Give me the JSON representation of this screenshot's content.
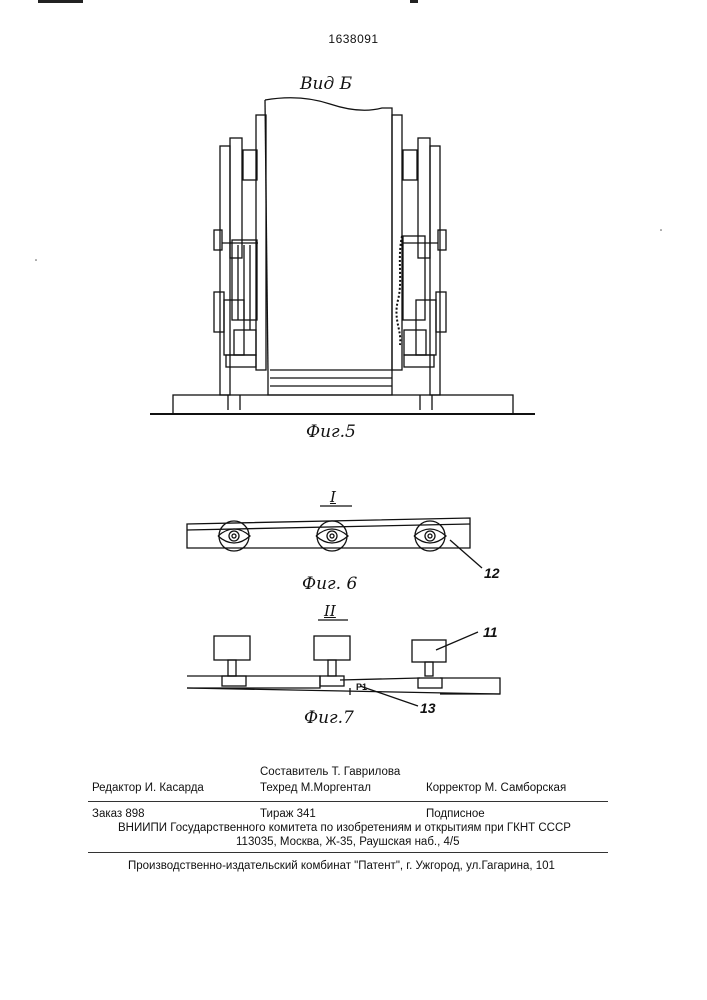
{
  "patent_number": "1638091",
  "figures": {
    "fig5": {
      "view_label": "Вид Б",
      "caption": "Фиг.5"
    },
    "fig6": {
      "detail_label": "I",
      "caption": "Фиг. 6",
      "callout_12": "12"
    },
    "fig7": {
      "detail_label": "II",
      "caption": "Фиг.7",
      "callout_11": "11",
      "callout_13": "13",
      "mark_p1": "Р1"
    }
  },
  "imprint": {
    "editor": "Редактор  И. Касарда",
    "compiler": "Составитель Т. Гаврилова",
    "techred": "Техред М.Моргентал",
    "corrector": "Корректор   М. Самборская",
    "order": "Заказ  898",
    "circulation": "Тираж 341",
    "subscription": "Подписное",
    "vniipi": "ВНИИПИ Государственного комитета по изобретениям и открытиям при ГКНТ СССР",
    "address": "113035, Москва, Ж-35, Раушская наб., 4/5",
    "publisher": "Производственно-издательский комбинат \"Патент\", г. Ужгород, ул.Гагарина, 101"
  }
}
